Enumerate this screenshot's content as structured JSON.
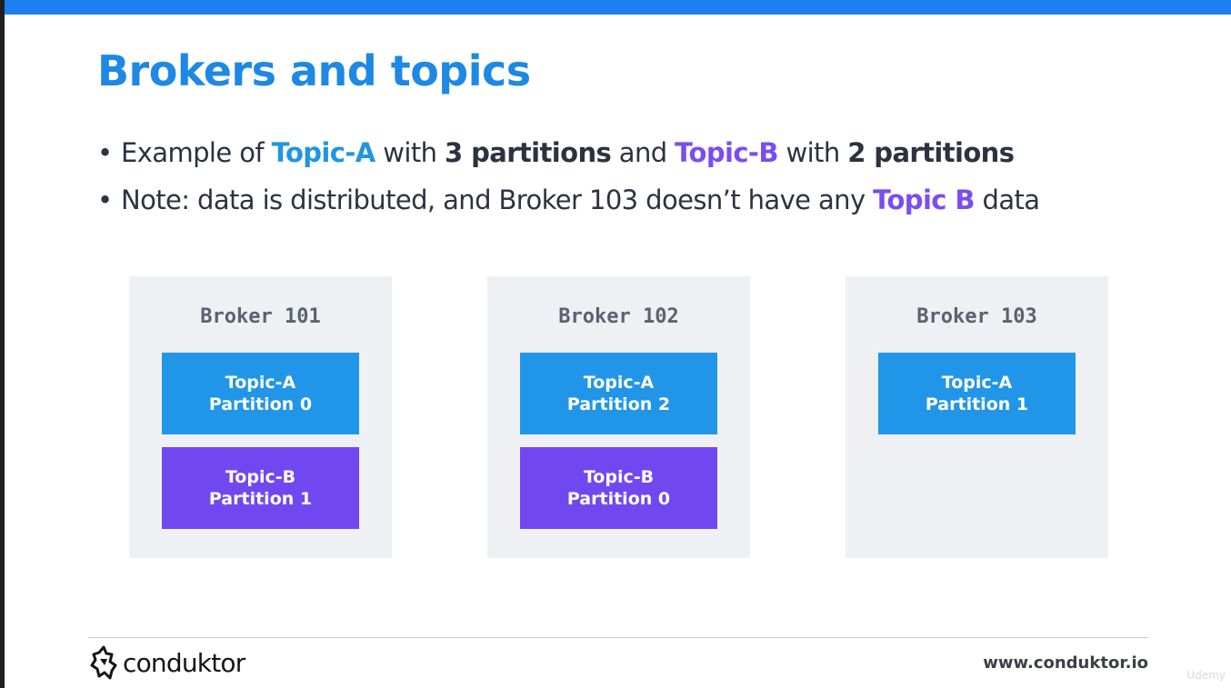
{
  "slide": {
    "title": "Brokers and topics",
    "bullets": [
      {
        "part1": "Example of ",
        "topic_a": "Topic-A",
        "part2": " with ",
        "count_a": "3 partitions",
        "part3": " and ",
        "topic_b": "Topic-B",
        "part4": " with ",
        "count_b": "2 partitions"
      },
      {
        "part1": "Note: data is distributed, and Broker 103 doesn’t have any ",
        "topic_b": "Topic B",
        "part2": " data"
      }
    ]
  },
  "brokers": [
    {
      "label": "Broker 101",
      "partitions": [
        {
          "topic": "Topic-A",
          "partition": "Partition 0"
        },
        {
          "topic": "Topic-B",
          "partition": "Partition 1"
        }
      ]
    },
    {
      "label": "Broker 102",
      "partitions": [
        {
          "topic": "Topic-A",
          "partition": "Partition 2"
        },
        {
          "topic": "Topic-B",
          "partition": "Partition 0"
        }
      ]
    },
    {
      "label": "Broker 103",
      "partitions": [
        {
          "topic": "Topic-A",
          "partition": "Partition 1"
        }
      ]
    }
  ],
  "footer": {
    "logo_text": "conduktor",
    "url": "www.conduktor.io",
    "watermark": "Udemy"
  },
  "colors": {
    "title": "#1e88e5",
    "topic_a": "#2196e8",
    "topic_b": "#7148f0",
    "broker_bg": "#eef0f3",
    "top_bar": "#1e7ff0"
  }
}
